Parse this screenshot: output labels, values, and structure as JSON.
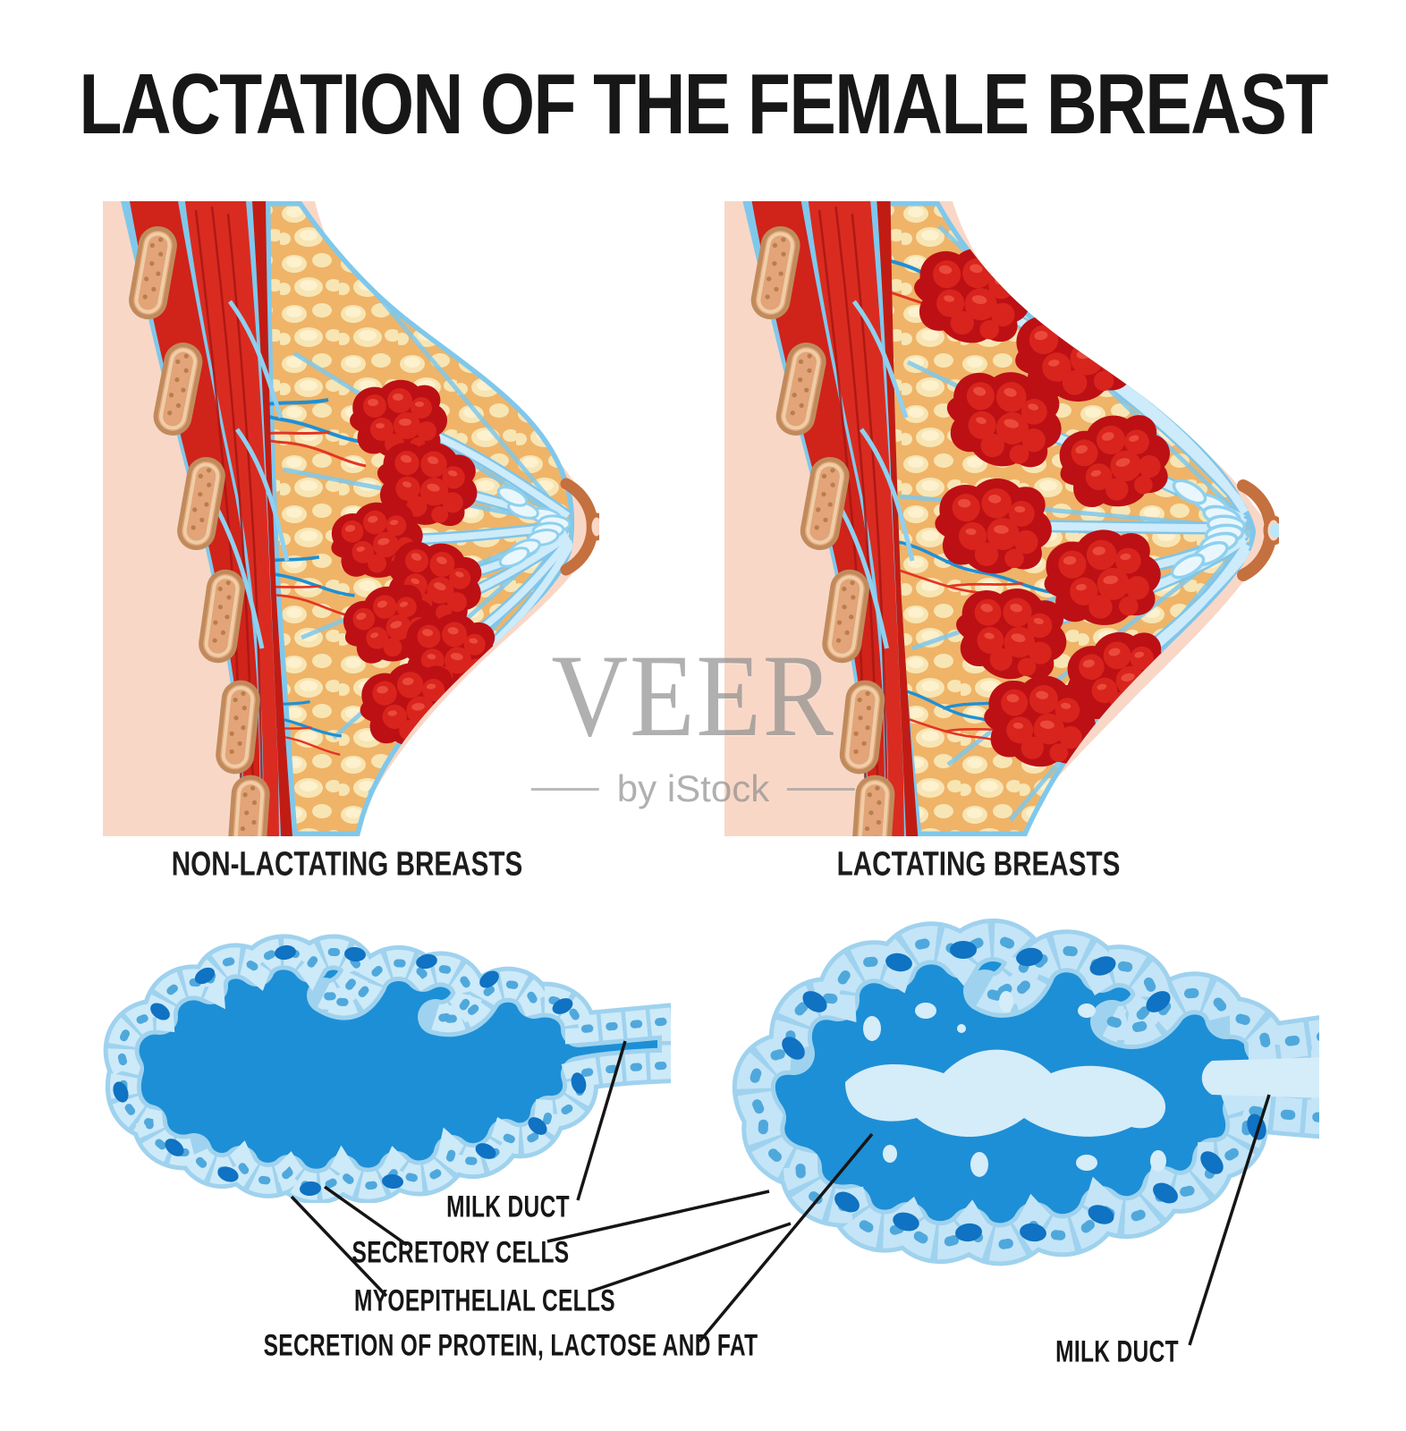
{
  "title": "LACTATION OF THE FEMALE BREAST",
  "panels": {
    "left_caption": "NON-LACTATING BREASTS",
    "right_caption": "LACTATING BREASTS"
  },
  "labels": {
    "milk_duct_left": "MILK DUCT",
    "secretory_cells": "SECRETORY CELLS",
    "myoepithelial_cells": "MYOEPITHELIAL CELLS",
    "secretion": "SECRETION OF PROTEIN, LACTOSE AND FAT",
    "milk_duct_right": "MILK DUCT"
  },
  "watermark": {
    "brand": "VEER",
    "byline": "by iStock"
  },
  "icons": {
    "breast_section_non_lactating": "anatomical cross-section, non-lactating breast",
    "breast_section_lactating": "anatomical cross-section, lactating breast",
    "alveolus_non_lactating": "microscopic alveolus, resting",
    "alveolus_lactating": "microscopic alveolus, secreting milk"
  },
  "colors": {
    "skin": "#F9D7C7",
    "muscle_red": "#D2261C",
    "muscle_dark_red": "#B8170F",
    "rib_tan": "#E2A478",
    "fat_tan": "#EFB468",
    "fat_lobule_cream": "#F8E5B4",
    "gland_red": "#BC1015",
    "duct_light_blue": "#BDE4F6",
    "outline_blue": "#7FC8EC",
    "nipple_brown": "#C4703F",
    "lumen_blue": "#1D8FD6",
    "cell_pale_blue": "#CDEAF9",
    "nucleus_blue": "#4FA8DC",
    "myoepithelial_blue": "#0F72C2",
    "milk_pale_blue": "#D5ECF9",
    "label_black": "#161616",
    "watermark_gray": "#8C8C8C"
  }
}
